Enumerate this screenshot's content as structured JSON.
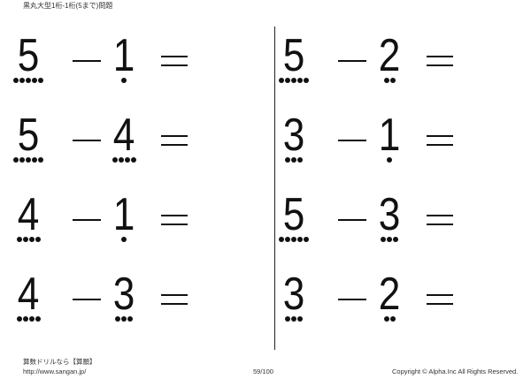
{
  "header": {
    "title": "黒丸大型1桁-1桁(5まで)問題"
  },
  "problems": [
    {
      "a": "5",
      "b": "1",
      "op": "−",
      "eq": "="
    },
    {
      "a": "5",
      "b": "4",
      "op": "−",
      "eq": "="
    },
    {
      "a": "4",
      "b": "1",
      "op": "−",
      "eq": "="
    },
    {
      "a": "4",
      "b": "3",
      "op": "−",
      "eq": "="
    },
    {
      "a": "5",
      "b": "2",
      "op": "−",
      "eq": "="
    },
    {
      "a": "3",
      "b": "1",
      "op": "−",
      "eq": "="
    },
    {
      "a": "5",
      "b": "3",
      "op": "−",
      "eq": "="
    },
    {
      "a": "3",
      "b": "2",
      "op": "−",
      "eq": "="
    }
  ],
  "footer": {
    "brand": "算数ドリルなら【算願】",
    "url": "http://www.sangan.jp/",
    "page": "59/100",
    "copyright": "Copyright © Alpha.Inc All Rights Reserved."
  }
}
